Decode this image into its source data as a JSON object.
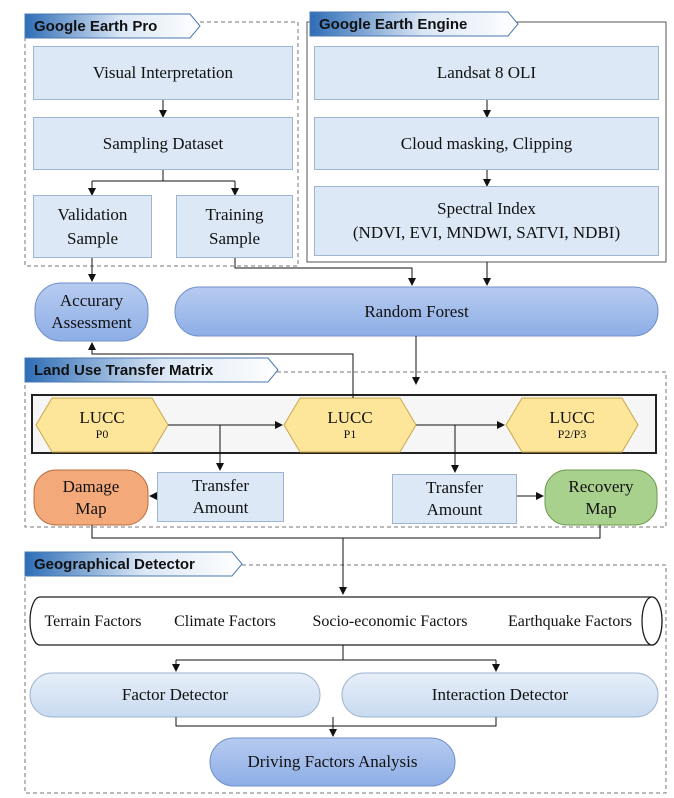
{
  "sections": {
    "gep": "Google Earth Pro",
    "gee": "Google Earth Engine",
    "lutm": "Land Use Transfer Matrix",
    "gd": "Geographical Detector"
  },
  "gep": {
    "visual": "Visual Interpretation",
    "sampling": "Sampling Dataset",
    "validation": [
      "Validation",
      "Sample"
    ],
    "training": [
      "Training",
      "Sample"
    ]
  },
  "gee": {
    "landsat": "Landsat 8 OLI",
    "cloud": "Cloud masking, Clipping",
    "spectral": [
      "Spectral Index",
      "(NDVI, EVI, MNDWI, SATVI, NDBI)"
    ]
  },
  "accuracy": [
    "Accurary",
    "Assessment"
  ],
  "random_forest": "Random Forest",
  "lucc": [
    {
      "label": "LUCC",
      "sub": "P0"
    },
    {
      "label": "LUCC",
      "sub": "P1"
    },
    {
      "label": "LUCC",
      "sub": "P2/P3"
    }
  ],
  "transfer_left": [
    "Transfer",
    "Amount"
  ],
  "transfer_right": [
    "Transfer",
    "Amount"
  ],
  "damage_map": [
    "Damage",
    "Map"
  ],
  "recovery_map": [
    "Recovery",
    "Map"
  ],
  "factors": [
    "Terrain Factors",
    "Climate Factors",
    "Socio-economic Factors",
    "Earthquake Factors"
  ],
  "factor_detector": "Factor Detector",
  "interaction_detector": "Interaction Detector",
  "driving": "Driving Factors Analysis",
  "colors": {
    "box_fill": "#dce8f5",
    "box_border": "#9db5cf",
    "pill_blue": "#9db7e8",
    "lucc_fill": "#fde59a",
    "damage_fill": "#f4a97b",
    "recovery_fill": "#a9d18e",
    "title_tab": "#2e6db6"
  }
}
